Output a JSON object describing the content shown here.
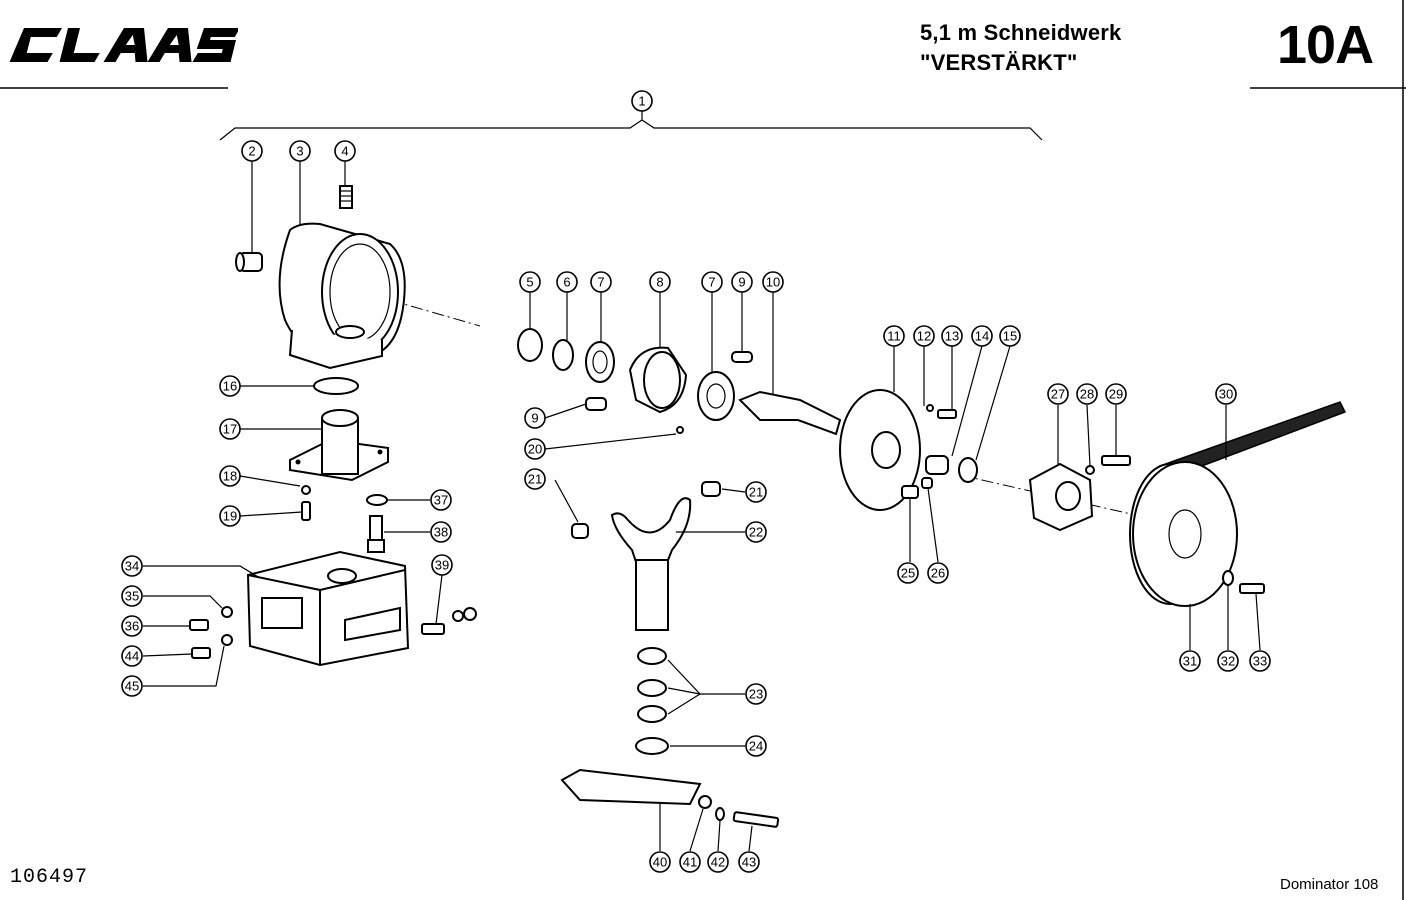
{
  "header": {
    "logo_text": "CLAAS",
    "title_line1": "5,1 m Schneidwerk",
    "title_line2": "\"VERSTÄRKT\"",
    "page_code": "10A"
  },
  "footer": {
    "drawing_number": "106497",
    "model": "Dominator 108"
  },
  "callouts": [
    {
      "id": "c1",
      "label": "1"
    },
    {
      "id": "c2",
      "label": "2"
    },
    {
      "id": "c3",
      "label": "3"
    },
    {
      "id": "c4",
      "label": "4"
    },
    {
      "id": "c5",
      "label": "5"
    },
    {
      "id": "c6",
      "label": "6"
    },
    {
      "id": "c7a",
      "label": "7"
    },
    {
      "id": "c8",
      "label": "8"
    },
    {
      "id": "c7b",
      "label": "7"
    },
    {
      "id": "c9a",
      "label": "9"
    },
    {
      "id": "c10",
      "label": "10"
    },
    {
      "id": "c11",
      "label": "11"
    },
    {
      "id": "c12",
      "label": "12"
    },
    {
      "id": "c13",
      "label": "13"
    },
    {
      "id": "c14",
      "label": "14"
    },
    {
      "id": "c15",
      "label": "15"
    },
    {
      "id": "c16",
      "label": "16"
    },
    {
      "id": "c17",
      "label": "17"
    },
    {
      "id": "c18",
      "label": "18"
    },
    {
      "id": "c19",
      "label": "19"
    },
    {
      "id": "c9b",
      "label": "9"
    },
    {
      "id": "c20",
      "label": "20"
    },
    {
      "id": "c21a",
      "label": "21"
    },
    {
      "id": "c21b",
      "label": "21"
    },
    {
      "id": "c22",
      "label": "22"
    },
    {
      "id": "c23",
      "label": "23"
    },
    {
      "id": "c24",
      "label": "24"
    },
    {
      "id": "c25",
      "label": "25"
    },
    {
      "id": "c26",
      "label": "26"
    },
    {
      "id": "c27",
      "label": "27"
    },
    {
      "id": "c28",
      "label": "28"
    },
    {
      "id": "c29",
      "label": "29"
    },
    {
      "id": "c30",
      "label": "30"
    },
    {
      "id": "c31",
      "label": "31"
    },
    {
      "id": "c32",
      "label": "32"
    },
    {
      "id": "c33",
      "label": "33"
    },
    {
      "id": "c34",
      "label": "34"
    },
    {
      "id": "c35",
      "label": "35"
    },
    {
      "id": "c36",
      "label": "36"
    },
    {
      "id": "c37",
      "label": "37"
    },
    {
      "id": "c38",
      "label": "38"
    },
    {
      "id": "c39",
      "label": "39"
    },
    {
      "id": "c40",
      "label": "40"
    },
    {
      "id": "c41",
      "label": "41"
    },
    {
      "id": "c42",
      "label": "42"
    },
    {
      "id": "c43",
      "label": "43"
    },
    {
      "id": "c44",
      "label": "44"
    },
    {
      "id": "c45",
      "label": "45"
    }
  ]
}
